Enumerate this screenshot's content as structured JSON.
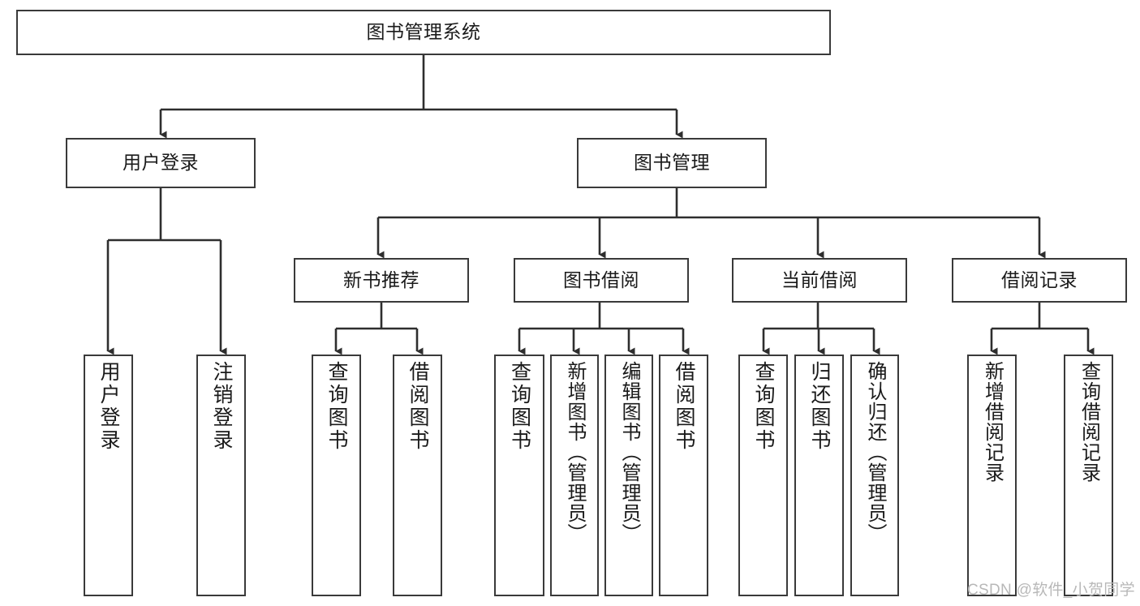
{
  "diagram": {
    "type": "tree-hierarchy-chart",
    "title_text": "图书管理系统",
    "stroke_color": "#3a3a3a",
    "fill_color": "#ffffff",
    "text_color": "#1a1a1a",
    "nodes": {
      "root": {
        "label": "图书管理系统"
      },
      "level2": [
        {
          "id": "user-login",
          "label": "用户登录"
        },
        {
          "id": "book-management",
          "label": "图书管理"
        }
      ],
      "level3": [
        {
          "id": "new-book-recommend",
          "label": "新书推荐"
        },
        {
          "id": "book-borrow",
          "label": "图书借阅"
        },
        {
          "id": "current-borrow",
          "label": "当前借阅"
        },
        {
          "id": "borrow-record",
          "label": "借阅记录"
        }
      ],
      "leaves": [
        {
          "id": "leaf-user-login",
          "label": "用户登录",
          "parent": "user-login"
        },
        {
          "id": "leaf-logout-login",
          "label": "注销登录",
          "parent": "user-login"
        },
        {
          "id": "leaf-query-book-1",
          "label": "查询图书",
          "parent": "new-book-recommend"
        },
        {
          "id": "leaf-borrow-book-1",
          "label": "借阅图书",
          "parent": "new-book-recommend"
        },
        {
          "id": "leaf-query-book-2",
          "label": "查询图书",
          "parent": "book-borrow"
        },
        {
          "id": "leaf-add-book",
          "label": "新增图书（管理员）",
          "parent": "book-borrow"
        },
        {
          "id": "leaf-edit-book",
          "label": "编辑图书（管理员）",
          "parent": "book-borrow"
        },
        {
          "id": "leaf-borrow-book-2",
          "label": "借阅图书",
          "parent": "book-borrow"
        },
        {
          "id": "leaf-query-book-3",
          "label": "查询图书",
          "parent": "current-borrow"
        },
        {
          "id": "leaf-return-book",
          "label": "归还图书",
          "parent": "current-borrow"
        },
        {
          "id": "leaf-confirm-return",
          "label": "确认归还（管理员）",
          "parent": "current-borrow"
        },
        {
          "id": "leaf-add-record",
          "label": "新增借阅记录",
          "parent": "borrow-record"
        },
        {
          "id": "leaf-query-record",
          "label": "查询借阅记录",
          "parent": "borrow-record"
        }
      ]
    }
  },
  "watermark": {
    "text": "CSDN @软件_小贺同学"
  }
}
